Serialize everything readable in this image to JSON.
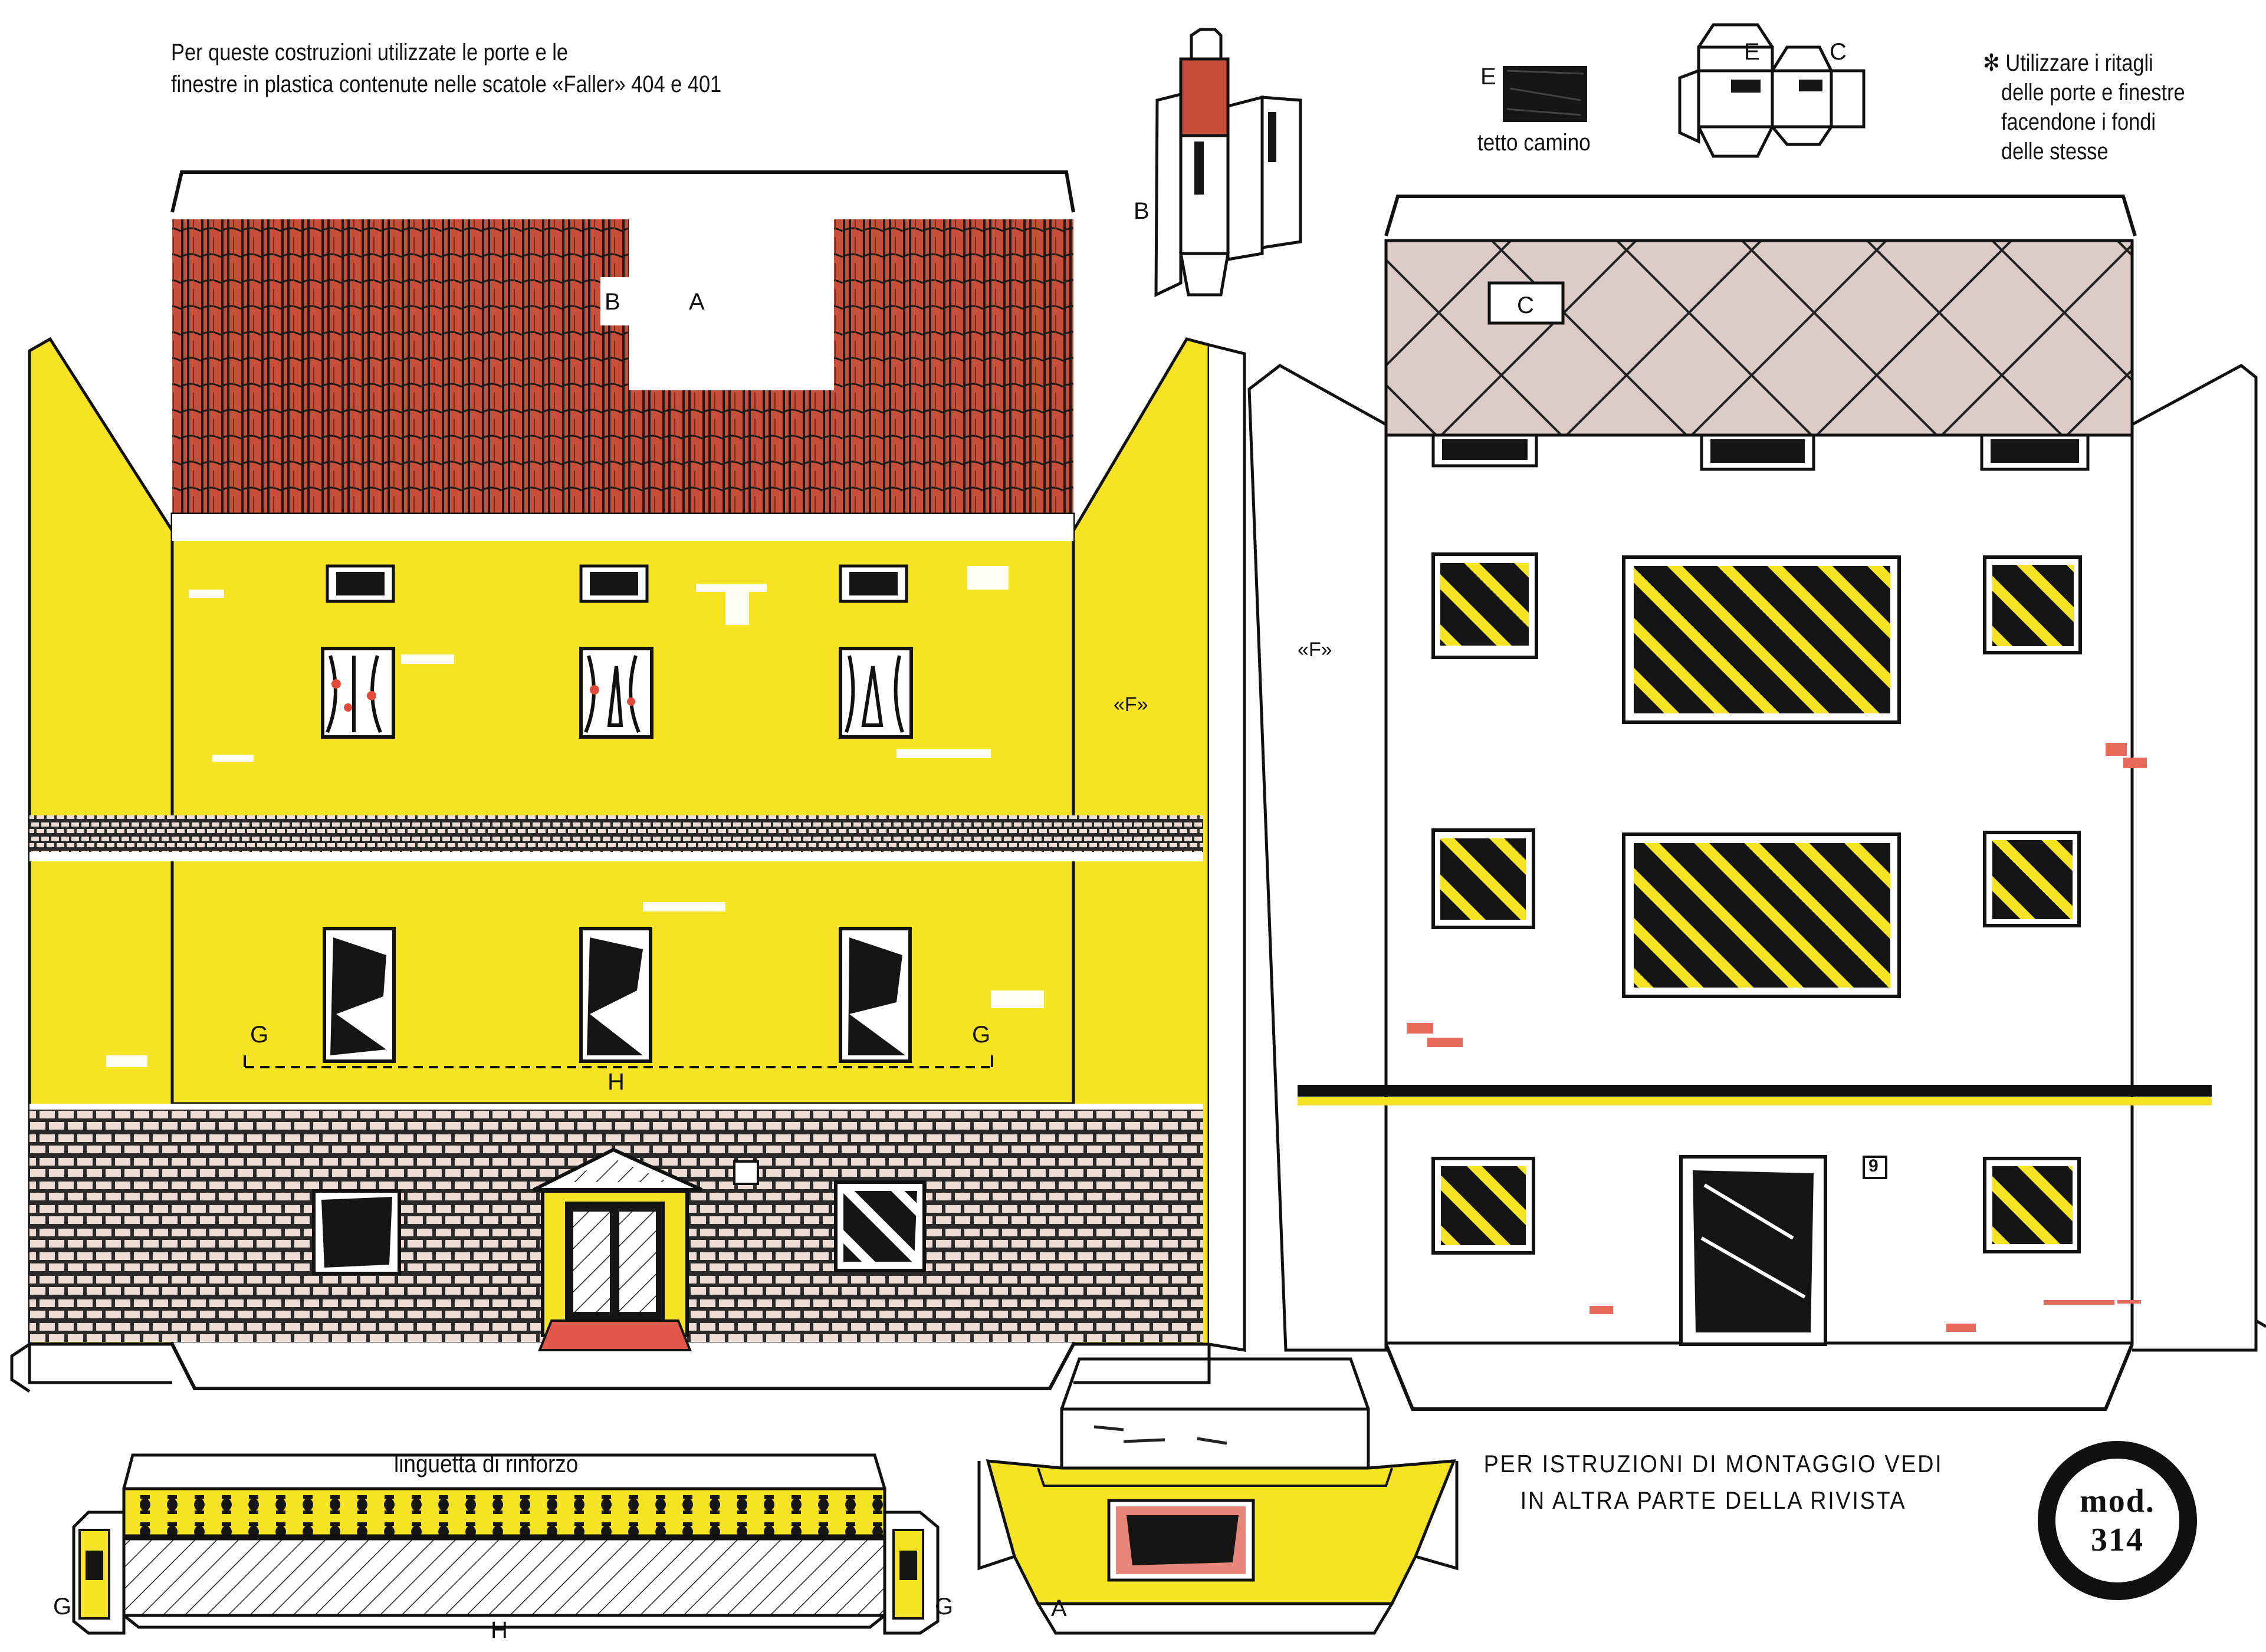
{
  "instructions_top": {
    "line1": "Per queste costruzioni utilizzate le porte e le",
    "line2": "finestre in plastica contenute nelle scatole «Faller» 404 e 401"
  },
  "note_right": {
    "line1": "✻ Utilizzare i ritagli",
    "line2": "delle porte e finestre",
    "line3": "facendone i fondi",
    "line4": "delle stesse"
  },
  "chimney_roof_label": "tetto camino",
  "reinforcement_label": "linguetta di rinforzo",
  "assembly_note": {
    "line1": "PER ISTRUZIONI DI MONTAGGIO VEDI",
    "line2": "IN ALTRA PARTE DELLA RIVISTA"
  },
  "model_badge": {
    "line1": "mod.",
    "line2": "314"
  },
  "part_letters": {
    "a": "A",
    "b": "B",
    "c": "C",
    "e": "E",
    "f": "«F»",
    "g": "G",
    "h": "H",
    "nine": "9"
  },
  "colors": {
    "roof_red": "#c8503a",
    "facade_yellow": "#f6e424",
    "window_black": "#151515",
    "brick_mortar": "#e9d8d0",
    "ink": "#111111",
    "paper": "#ffffff"
  }
}
